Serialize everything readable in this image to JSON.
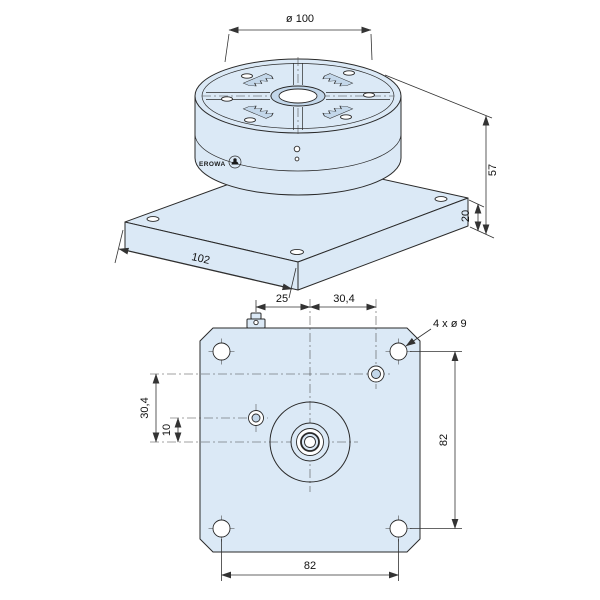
{
  "colors": {
    "part_fill": "#dbe9f6",
    "part_fill_dark": "#c3d7ea",
    "line": "#2a2a2a",
    "background": "#ffffff"
  },
  "top_view": {
    "dim_diameter": "ø 100",
    "dim_total_height": "57",
    "dim_base_thickness": "20",
    "dim_base_width": "102",
    "logo_text": "EROWA"
  },
  "plan_view": {
    "dim_center_to_nipple": "25",
    "dim_center_to_hole_x": "30,4",
    "dim_center_to_hole_y": "30,4",
    "dim_center_to_pin_y": "10",
    "corner_holes_note": "4 x ø 9",
    "dim_hole_pitch_vertical": "82",
    "dim_hole_pitch_horizontal": "82"
  }
}
